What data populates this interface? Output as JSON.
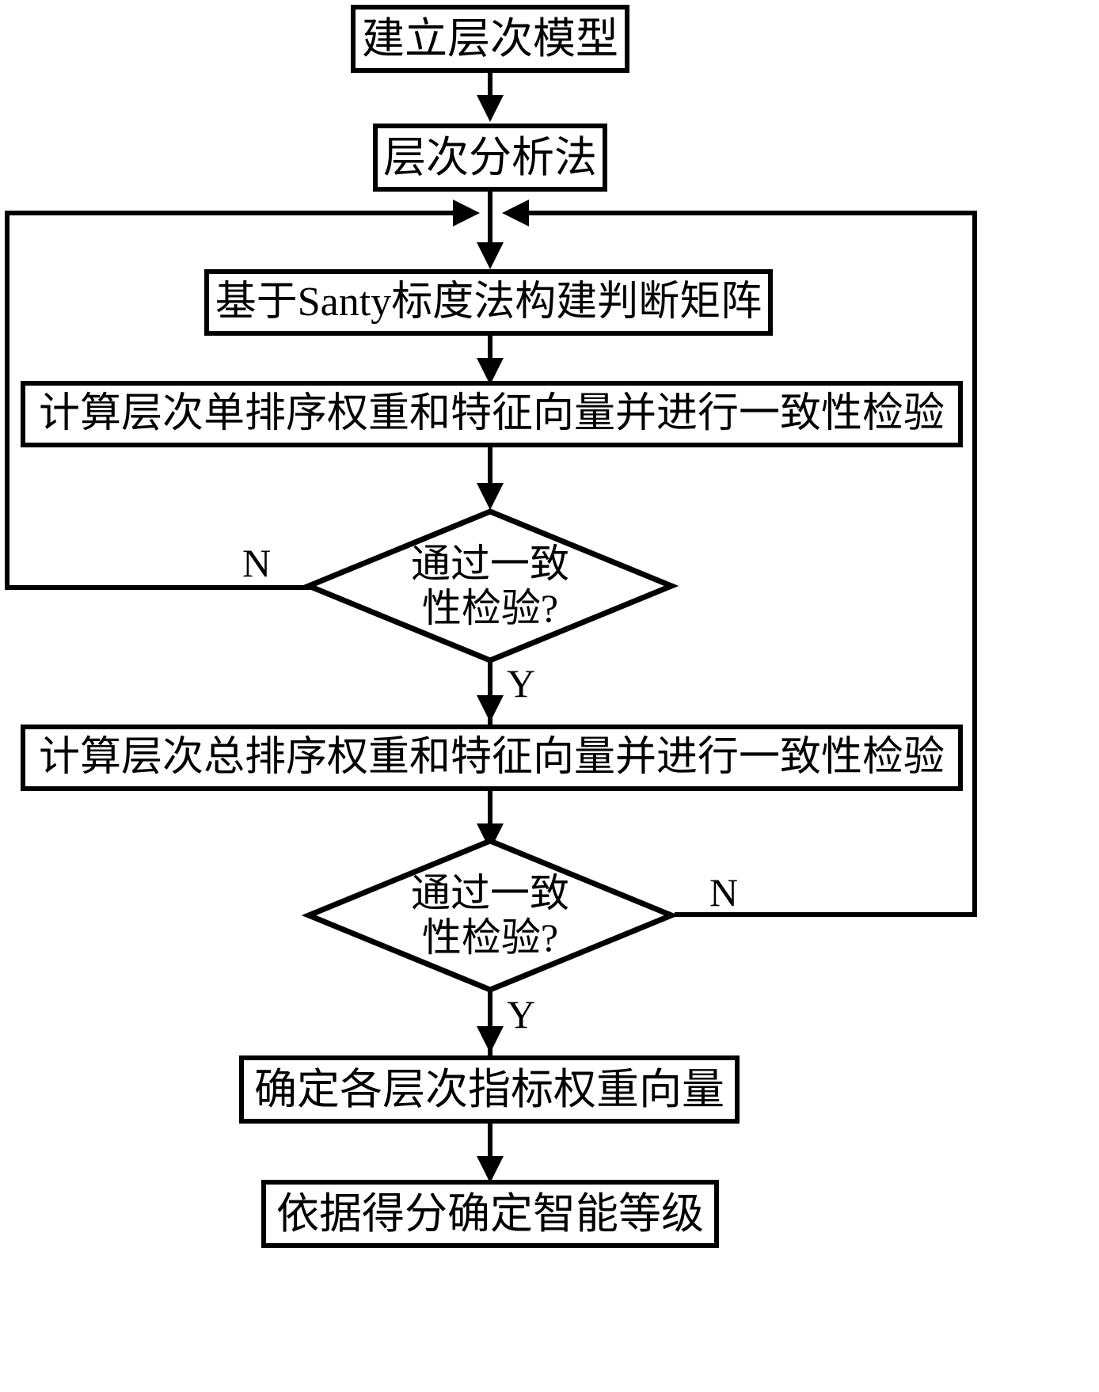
{
  "diagram": {
    "type": "flowchart",
    "title_text_language": "zh-CN",
    "colors": {
      "stroke": "#000000",
      "fill": "#ffffff",
      "text": "#000000"
    },
    "nodes": [
      {
        "id": "n1",
        "shape": "process",
        "label": "建立层次模型"
      },
      {
        "id": "n2",
        "shape": "process",
        "label": "层次分析法"
      },
      {
        "id": "n3",
        "shape": "process",
        "label": "基于Santy标度法构建判断矩阵"
      },
      {
        "id": "n4",
        "shape": "process",
        "label": "计算层次单排序权重和特征向量并进行一致性检验"
      },
      {
        "id": "d1",
        "shape": "decision",
        "label_line1": "通过一致",
        "label_line2": "性检验?"
      },
      {
        "id": "n5",
        "shape": "process",
        "label": "计算层次总排序权重和特征向量并进行一致性检验"
      },
      {
        "id": "d2",
        "shape": "decision",
        "label_line1": "通过一致",
        "label_line2": "性检验?"
      },
      {
        "id": "n6",
        "shape": "process",
        "label": "确定各层次指标权重向量"
      },
      {
        "id": "n7",
        "shape": "process",
        "label": "依据得分确定智能等级"
      }
    ],
    "branch_labels": {
      "d1_no": "N",
      "d1_yes": "Y",
      "d2_no": "N",
      "d2_yes": "Y"
    }
  }
}
